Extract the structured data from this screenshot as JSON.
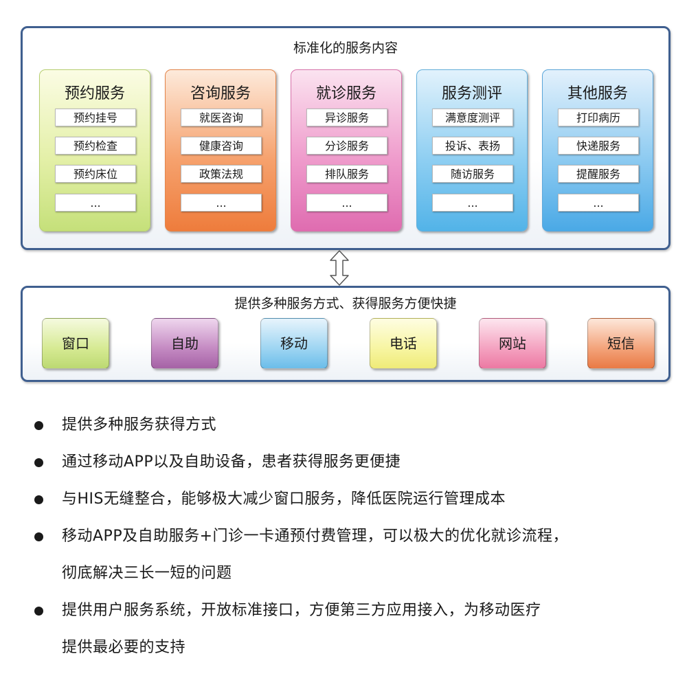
{
  "top_panel": {
    "title": "标准化的服务内容",
    "columns": [
      {
        "title": "预约服务",
        "items": [
          "预约挂号",
          "预约检查",
          "预约床位",
          "..."
        ]
      },
      {
        "title": "咨询服务",
        "items": [
          "就医咨询",
          "健康咨询",
          "政策法规",
          "..."
        ]
      },
      {
        "title": "就诊服务",
        "items": [
          "异诊服务",
          "分诊服务",
          "排队服务",
          "..."
        ]
      },
      {
        "title": "服务测评",
        "items": [
          "满意度测评",
          "投诉、表扬",
          "随访服务",
          "..."
        ]
      },
      {
        "title": "其他服务",
        "items": [
          "打印病历",
          "快递服务",
          "提醒服务",
          "..."
        ]
      }
    ]
  },
  "bottom_panel": {
    "title": "提供多种服务方式、获得服务方便快捷",
    "channels": [
      "窗口",
      "自助",
      "移动",
      "电话",
      "网站",
      "短信"
    ]
  },
  "bullets": [
    {
      "lines": [
        "提供多种服务获得方式"
      ]
    },
    {
      "lines": [
        "通过移动APP以及自助设备，患者获得服务更便捷"
      ]
    },
    {
      "lines": [
        "与HIS无缝整合，能够极大减少窗口服务，降低医院运行管理成本"
      ]
    },
    {
      "lines": [
        "移动APP及自助服务+门诊一卡通预付费管理，可以极大的优化就诊流程，",
        "彻底解决三长一短的问题"
      ]
    },
    {
      "lines": [
        "提供用户服务系统，开放标准接口，方便第三方应用接入，为移动医疗",
        "提供最必要的支持"
      ]
    }
  ]
}
